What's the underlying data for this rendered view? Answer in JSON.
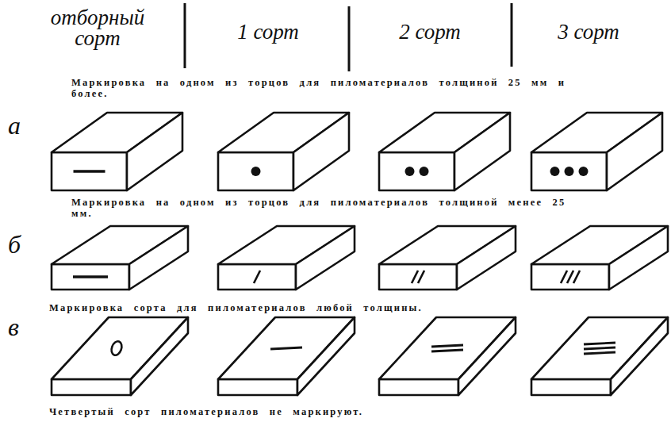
{
  "diagram": {
    "labels": [
      "отборный сорт",
      "1 сорт",
      "2 сорт",
      "3 сорт",
      "Маркировка на одном из торцов для пиломатериалов толщиной 25 мм и более.",
      "а",
      "Маркировка на одном из торцов для пиломатериалов толщиной менее 25 мм.",
      "б",
      "Маркировка сорта для пиломатериалов любой толщины.",
      "в",
      "Четвертый сорт пиломатериалов не маркируют."
    ]
  }
}
